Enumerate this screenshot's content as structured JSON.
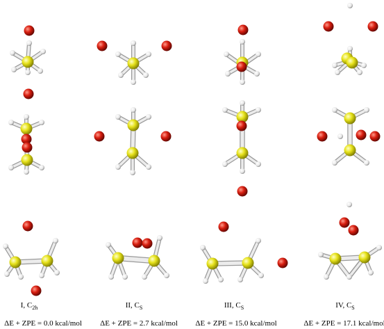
{
  "structures": [
    {
      "label_main": "I, C",
      "label_sub": "2h",
      "energy": "ΔE + ZPE = 0.0 kcal/mol"
    },
    {
      "label_main": "II, C",
      "label_sub": "S",
      "energy": "ΔE + ZPE = 2.7 kcal/mol"
    },
    {
      "label_main": "III, C",
      "label_sub": "S",
      "energy": "ΔE + ZPE = 15.0 kcal/mol"
    },
    {
      "label_main": "IV, C",
      "label_sub": "S",
      "energy": "ΔE + ZPE = 17.1 kcal/mol"
    }
  ],
  "colors": {
    "carbon": "#e6e21a",
    "oxygen": "#d81e10",
    "hydrogen": "#f2f2f2",
    "bond": "#e0e0e0"
  }
}
